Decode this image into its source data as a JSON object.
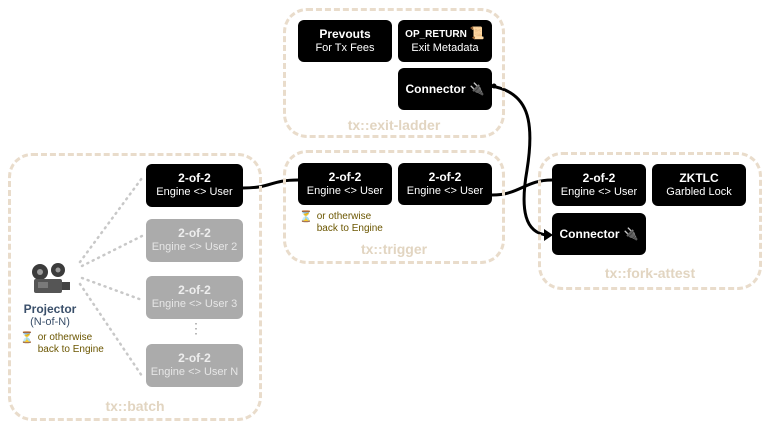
{
  "groups": {
    "exit_ladder": "tx::exit-ladder",
    "batch": "tx::batch",
    "trigger": "tx::trigger",
    "fork_attest": "tx::fork-attest"
  },
  "exit_ladder": {
    "prevouts": {
      "title": "Prevouts",
      "sub": "For Tx Fees"
    },
    "op_return": {
      "title": "OP_RETURN",
      "sub": "Exit Metadata",
      "icon": "scroll-icon"
    },
    "connector": {
      "title": "Connector",
      "icon": "plug-icon"
    }
  },
  "batch": {
    "projector": {
      "title": "Projector",
      "sub": "(N-of-N)",
      "icon": "film-projector-icon"
    },
    "note": {
      "line1": "or otherwise",
      "line2": "back to Engine",
      "icon": "hourglass-icon"
    },
    "boxes": [
      {
        "title": "2-of-2",
        "sub": "Engine <> User"
      },
      {
        "title": "2-of-2",
        "sub": "Engine <> User 2"
      },
      {
        "title": "2-of-2",
        "sub": "Engine <> User 3"
      },
      {
        "title": "2-of-2",
        "sub": "Engine <> User N"
      }
    ],
    "ellipsis": "⋮"
  },
  "trigger": {
    "boxes": [
      {
        "title": "2-of-2",
        "sub": "Engine <> User"
      },
      {
        "title": "2-of-2",
        "sub": "Engine <> User"
      }
    ],
    "note": {
      "line1": "or otherwise",
      "line2": "back to Engine",
      "icon": "hourglass-icon"
    }
  },
  "fork_attest": {
    "box": {
      "title": "2-of-2",
      "sub": "Engine <> User"
    },
    "zktlc": {
      "title": "ZKTLC",
      "sub": "Garbled Lock"
    },
    "connector": {
      "title": "Connector",
      "icon": "plug-icon"
    }
  },
  "colors": {
    "group_border": "#e9dccb",
    "group_label": "#e2d5c1",
    "box": "#000000",
    "ghost_box": "#ababab",
    "note_text": "#6b5600",
    "projector_text": "#3a4f6a"
  }
}
